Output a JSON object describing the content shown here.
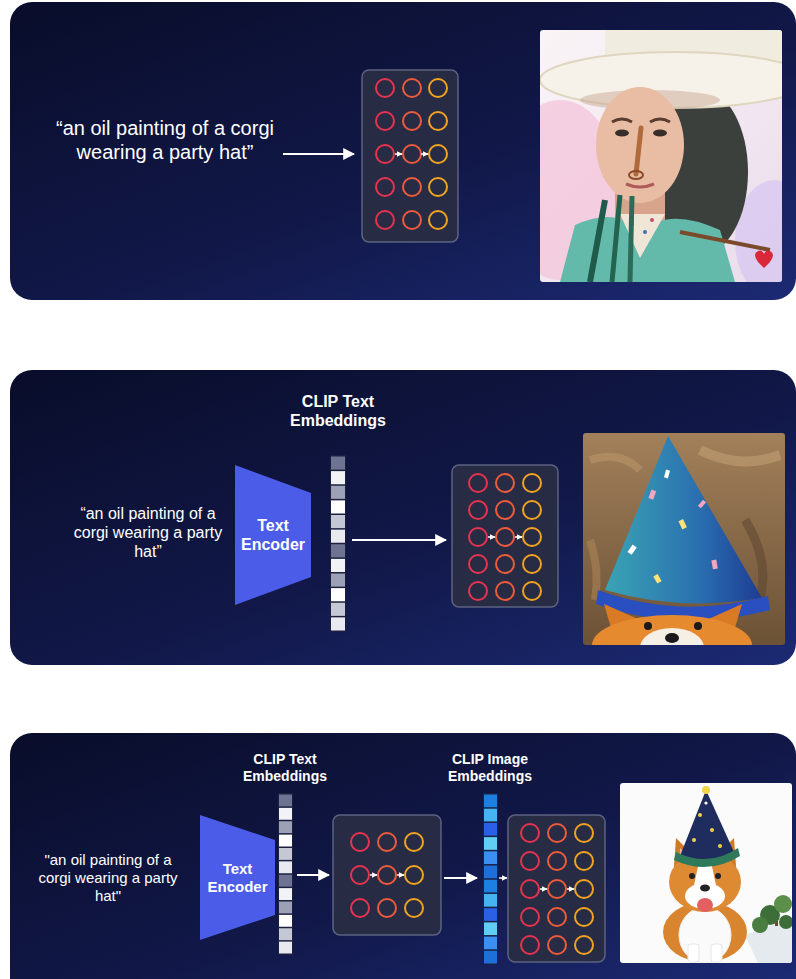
{
  "diagram": {
    "nodes": [
      {
        "text": [
          "“an oil painting of a corgi wearing a party hat”"
        ]
      },
      {
        "text": [
          "“an oil painting of a corgi wearing a party hat”"
        ]
      },
      {
        "text": [
          "Text Encoder"
        ],
        "in": 1
      },
      {
        "text": [
          "CLIP Text Embeddings"
        ],
        "in": 1
      },
      {
        "text": [
          "\"an oil painting of a corgi wearing a party hat\""
        ]
      },
      {
        "text": [
          "Text Encoder"
        ],
        "in": 4
      },
      {
        "text": [
          "CLIP Text Embeddings"
        ],
        "in": 4
      },
      {
        "text": [
          "CLIP Image Embeddings"
        ],
        "in": 4
      }
    ]
  }
}
